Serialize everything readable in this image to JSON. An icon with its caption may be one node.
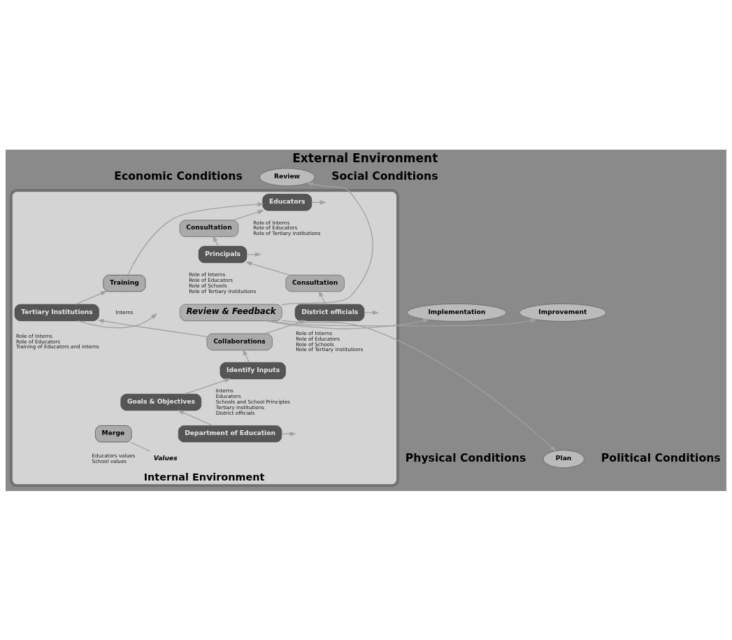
{
  "diagram": {
    "title": "External Environment",
    "nodes": [
      {
        "text": [
          "Internal Environment"
        ]
      },
      {
        "text": [
          "Review"
        ]
      },
      {
        "text": [
          "Implementation"
        ]
      },
      {
        "text": [
          "Improvement"
        ]
      },
      {
        "text": [
          "Plan"
        ]
      },
      {
        "text": [
          "Educators"
        ],
        "in": 0,
        "beside": [
          "Role of Interns",
          "Role of Educators",
          "Role of Tertiary institutions"
        ]
      },
      {
        "text": [
          "Values"
        ],
        "in": 0
      },
      {
        "text": [
          "Consultation"
        ],
        "in": 0
      },
      {
        "text": [
          "Principals"
        ],
        "in": 0,
        "beside": [
          "Role of Interns",
          "Role of Educators",
          "Role of Schools",
          "Role of Tertiary institutions"
        ]
      },
      {
        "text": [
          "Consultation"
        ],
        "in": 0
      },
      {
        "text": [
          "Merge"
        ],
        "in": 0,
        "beside": [
          "Educators values",
          "School values"
        ]
      },
      {
        "text": [
          "Review & Feedback"
        ],
        "in": 0
      },
      {
        "text": [
          "Training"
        ],
        "in": 0,
        "beside": [
          "Interns"
        ]
      },
      {
        "text": [
          "District officials"
        ],
        "in": 0,
        "beside": [
          "Role of Interns",
          "Role of Educators",
          "Role of Schools",
          "Role of Tertiary institutions"
        ]
      },
      {
        "text": [
          "Collaborations"
        ],
        "in": 0
      },
      {
        "text": [
          "Tertiary Institutions"
        ],
        "in": 0,
        "beside": [
          "Role of Interns",
          "Role of Educators",
          "Training of Educators and interns"
        ]
      },
      {
        "text": [
          "Identify Inputs"
        ],
        "in": 0,
        "beside": [
          "Interns",
          "Educators",
          "Schools and School Principles",
          "Tertiary institutions",
          "District officials"
        ]
      },
      {
        "text": [
          "Goals & Objectives"
        ],
        "in": 0
      },
      {
        "text": [
          "Department of Education"
        ],
        "in": 0
      }
    ],
    "edges": [
      {
        "from": 18,
        "to": 17,
        "arrow": "to"
      },
      {
        "from": 17,
        "to": 16,
        "arrow": "to"
      },
      {
        "from": 16,
        "to": 14,
        "arrow": "to"
      },
      {
        "from": 14,
        "to": 13,
        "arrow": "to"
      },
      {
        "from": 14,
        "to": 15,
        "arrow": "to"
      },
      {
        "from": 13,
        "to": 9,
        "arrow": "to"
      },
      {
        "from": 9,
        "to": 8,
        "arrow": "to"
      },
      {
        "from": 8,
        "to": 7,
        "arrow": "to"
      },
      {
        "from": 7,
        "to": 5,
        "arrow": "to"
      },
      {
        "from": 15,
        "to": 12,
        "arrow": "to"
      },
      {
        "from": 12,
        "to": 5,
        "arrow": "to"
      },
      {
        "from": 6,
        "to": 10,
        "arrow": "none"
      },
      {
        "from": 5,
        "to": null,
        "arrow": "to"
      },
      {
        "from": 8,
        "to": null,
        "arrow": "to"
      },
      {
        "from": 13,
        "to": null,
        "arrow": "to"
      },
      {
        "from": 15,
        "to": null,
        "arrow": "to"
      },
      {
        "from": 18,
        "to": null,
        "arrow": "to"
      },
      {
        "from": 11,
        "to": 1,
        "arrow": "to"
      },
      {
        "from": 11,
        "to": 4,
        "arrow": "to"
      },
      {
        "from": 11,
        "to": 2,
        "arrow": "to"
      },
      {
        "from": 11,
        "to": 3,
        "arrow": "to"
      }
    ],
    "labels": [
      "Economic Conditions",
      "Social Conditions",
      "Physical Conditions",
      "Political Conditions"
    ]
  }
}
